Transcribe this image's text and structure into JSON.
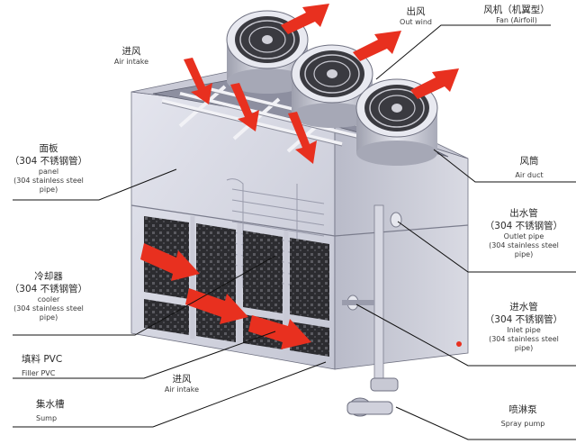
{
  "labels": {
    "out_wind": {
      "cn": "出风",
      "en": "Out wind"
    },
    "fan": {
      "cn": "风机（机翼型）",
      "en": "Fan (Airfoil)"
    },
    "air_intake_top": {
      "cn": "进风",
      "en": "Air intake"
    },
    "panel": {
      "cn": "面板",
      "cn2": "（304 不锈钢管）",
      "en1": "panel",
      "en2": "(304 stainless steel",
      "en3": "pipe)"
    },
    "air_duct": {
      "cn": "风筒",
      "en": "Air duct"
    },
    "outlet_pipe": {
      "cn": "出水管",
      "cn2": "（304 不锈钢管）",
      "en1": "Outlet pipe",
      "en2": "(304 stainless steel",
      "en3": "pipe)"
    },
    "cooler": {
      "cn": "冷却器",
      "cn2": "（304 不锈钢管）",
      "en1": "cooler",
      "en2": "(304 stainless steel",
      "en3": "pipe)"
    },
    "inlet_pipe": {
      "cn": "进水管",
      "cn2": "（304 不锈钢管）",
      "en1": "Inlet pipe",
      "en2": "(304 stainless steel",
      "en3": "pipe)"
    },
    "filler": {
      "cn": "填料 PVC",
      "en": "Filler PVC"
    },
    "air_intake_bottom": {
      "cn": "进风",
      "en": "Air intake"
    },
    "sump": {
      "cn": "集水槽",
      "en": "Sump"
    },
    "spray_pump": {
      "cn": "喷淋泵",
      "en": "Spray pump"
    }
  },
  "colors": {
    "arrow_red": "#e8301f",
    "body_light": "#dcdde6",
    "body_mid": "#c3c5d2",
    "body_dark": "#9a9cac",
    "fill_black": "#2b2b2e",
    "leader_line": "#111111"
  }
}
